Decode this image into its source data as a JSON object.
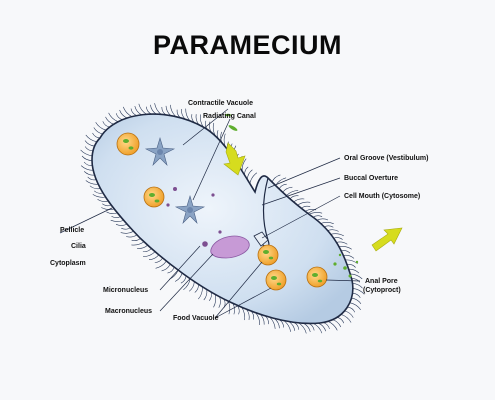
{
  "title": "PARAMECIUM",
  "labels": {
    "contractile_vacuole": "Contractile Vacuole",
    "radiating_canal": "Radiating Canal",
    "oral_groove": "Oral Groove (Vestibulum)",
    "buccal_overture": "Buccal Overture",
    "cell_mouth": "Cell Mouth (Cytosome)",
    "pellicle": "Pellicle",
    "cilia": "Cilia",
    "cytoplasm": "Cytoplasm",
    "micronucleus": "Micronucleus",
    "macronucleus": "Macronucleus",
    "food_vacuole": "Food Vacuole",
    "anal_pore": "Anal Pore",
    "anal_pore_sub": "(Cytoproct)"
  },
  "colors": {
    "body_fill": "#c9dcef",
    "body_outline": "#1f2a44",
    "food_vacuole": "#f2a532",
    "food_particle": "#5fae2e",
    "macronucleus": "#c79ad6",
    "arrow": "#d6dc1e"
  }
}
